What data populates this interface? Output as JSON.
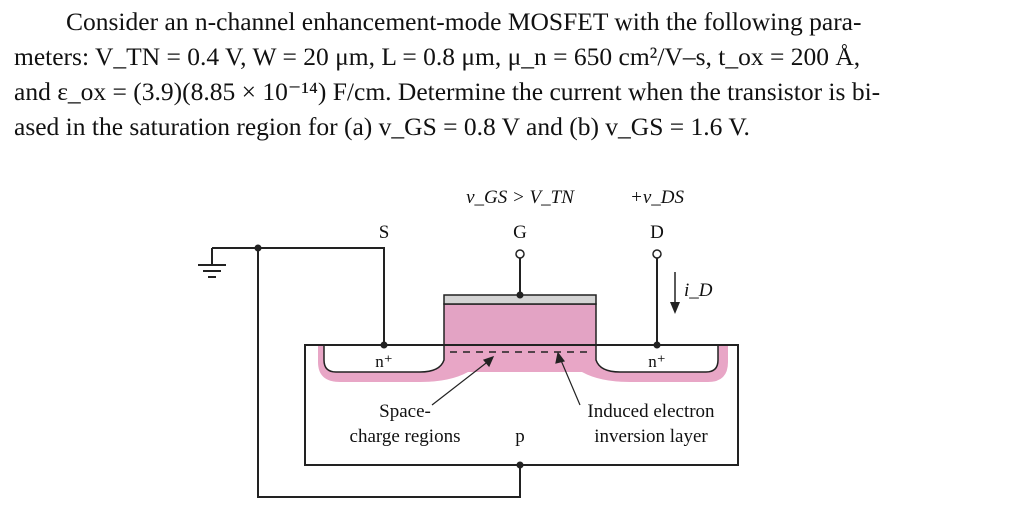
{
  "problem": {
    "line1": "Consider an n-channel enhancement-mode MOSFET with the following para-",
    "line2": "meters: V_TN = 0.4 V, W = 20 μm, L = 0.8 μm, μ_n = 650 cm²/V–s, t_ox = 200 Å,",
    "line3": "and ε_ox = (3.9)(8.85 × 10⁻¹⁴) F/cm. Determine the current when the transistor is bi-",
    "line4": "ased in the saturation region for (a) v_GS = 0.8 V and (b) v_GS = 1.6 V."
  },
  "figure": {
    "gate_condition": "v_GS > V_TN",
    "drain_voltage": "+v_DS",
    "source_label": "S",
    "gate_label": "G",
    "drain_label": "D",
    "drain_current": "i_D",
    "source_region": "n⁺",
    "drain_region": "n⁺",
    "substrate": "p",
    "space_charge_label_line1": "Space-",
    "space_charge_label_line2": "charge regions",
    "inversion_label_line1": "Induced electron",
    "inversion_label_line2": "inversion layer",
    "colors": {
      "depletion": "#e8a6c6",
      "gate_oxide": "#e3a3c4",
      "gate_metal": "#d4d4d4",
      "wire": "#222222"
    }
  }
}
